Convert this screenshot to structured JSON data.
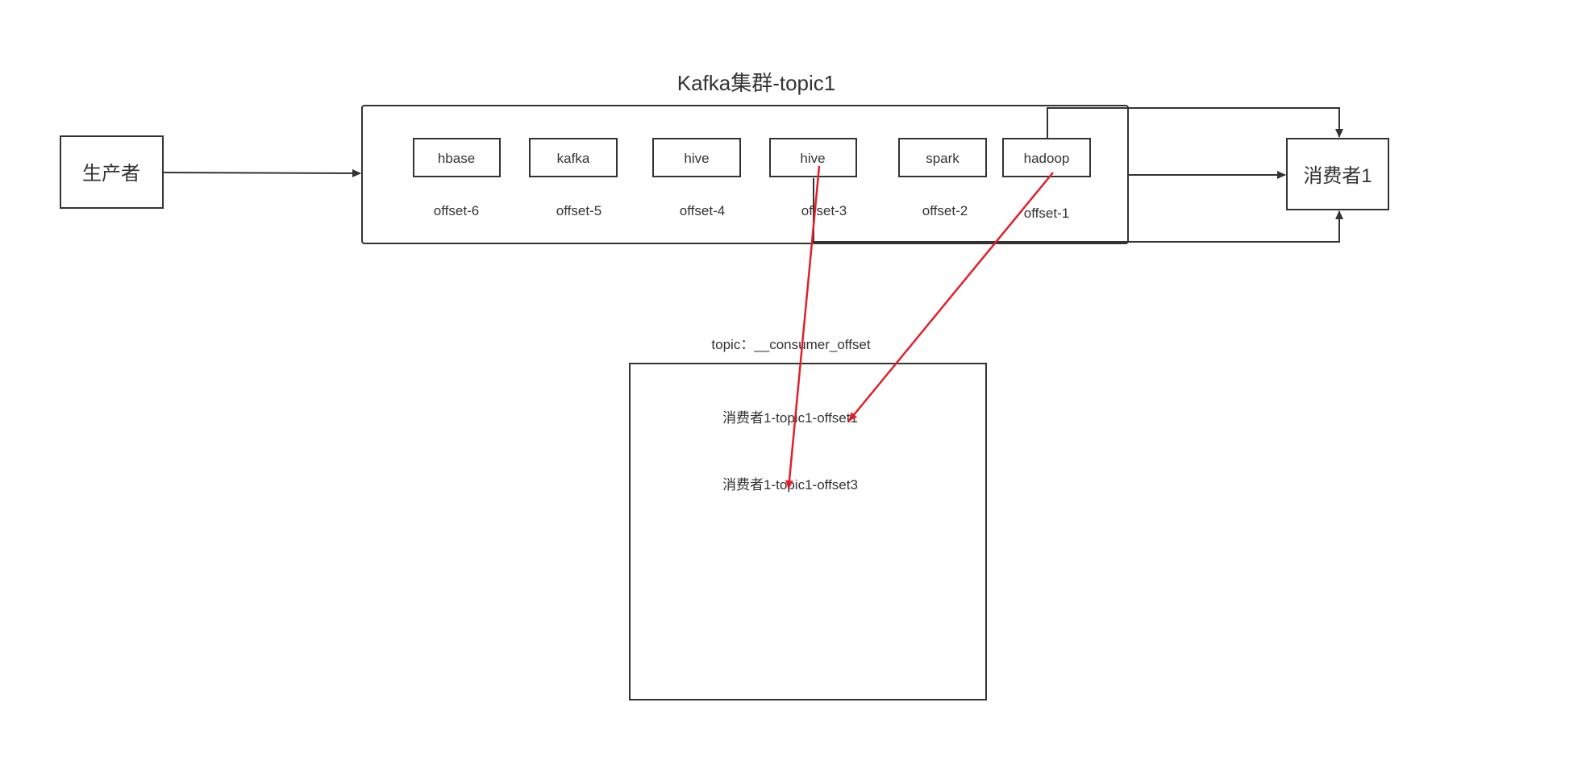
{
  "diagram": {
    "cluster_title": "Kafka集群-topic1",
    "producer": "生产者",
    "consumer": "消费者1",
    "messages": [
      {
        "label": "hbase",
        "offset": "offset-6"
      },
      {
        "label": "kafka",
        "offset": "offset-5"
      },
      {
        "label": "hive",
        "offset": "offset-4"
      },
      {
        "label": "hive",
        "offset": "offset-3"
      },
      {
        "label": "spark",
        "offset": "offset-2"
      },
      {
        "label": "hadoop",
        "offset": "offset-1"
      }
    ],
    "offset_topic_title": "topic：__consumer_offset",
    "offset_records": [
      "消费者1-topic1-offset1",
      "消费者1-topic1-offset3"
    ]
  },
  "colors": {
    "stroke": "#333333",
    "text": "#333333",
    "highlight_arrow": "#e0202a",
    "background": "#ffffff"
  }
}
